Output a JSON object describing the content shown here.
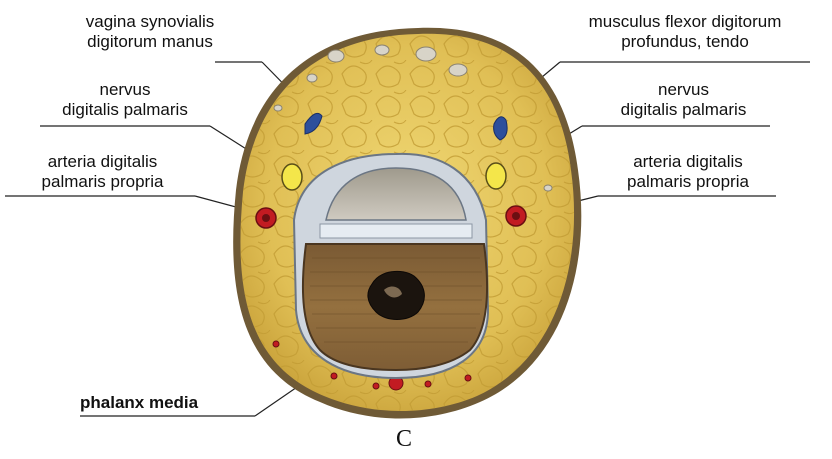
{
  "labels": {
    "left_1": {
      "line1": "vagina synovialis",
      "line2": "digitorum manus"
    },
    "left_2": {
      "line1": "nervus",
      "line2": "digitalis palmaris"
    },
    "left_3": {
      "line1": "arteria digitalis",
      "line2": "palmaris propria"
    },
    "right_1": {
      "line1": "musculus flexor digitorum",
      "line2": "profundus, tendo"
    },
    "right_2": {
      "line1": "nervus",
      "line2": "digitalis palmaris"
    },
    "right_3": {
      "line1": "arteria digitalis",
      "line2": "palmaris propria"
    },
    "bottom": "phalanx media"
  },
  "plate_letter": "C",
  "colors": {
    "fat": "#e3c45a",
    "fat_dark": "#b8932a",
    "skin": "#6a5a3a",
    "bone": "#8a6a3e",
    "sheath": "#9aa6b2",
    "tendon": "#b7b1a2",
    "nerve": "#f4e64a",
    "vein": "#2c4f9c",
    "artery": "#c21b22"
  }
}
